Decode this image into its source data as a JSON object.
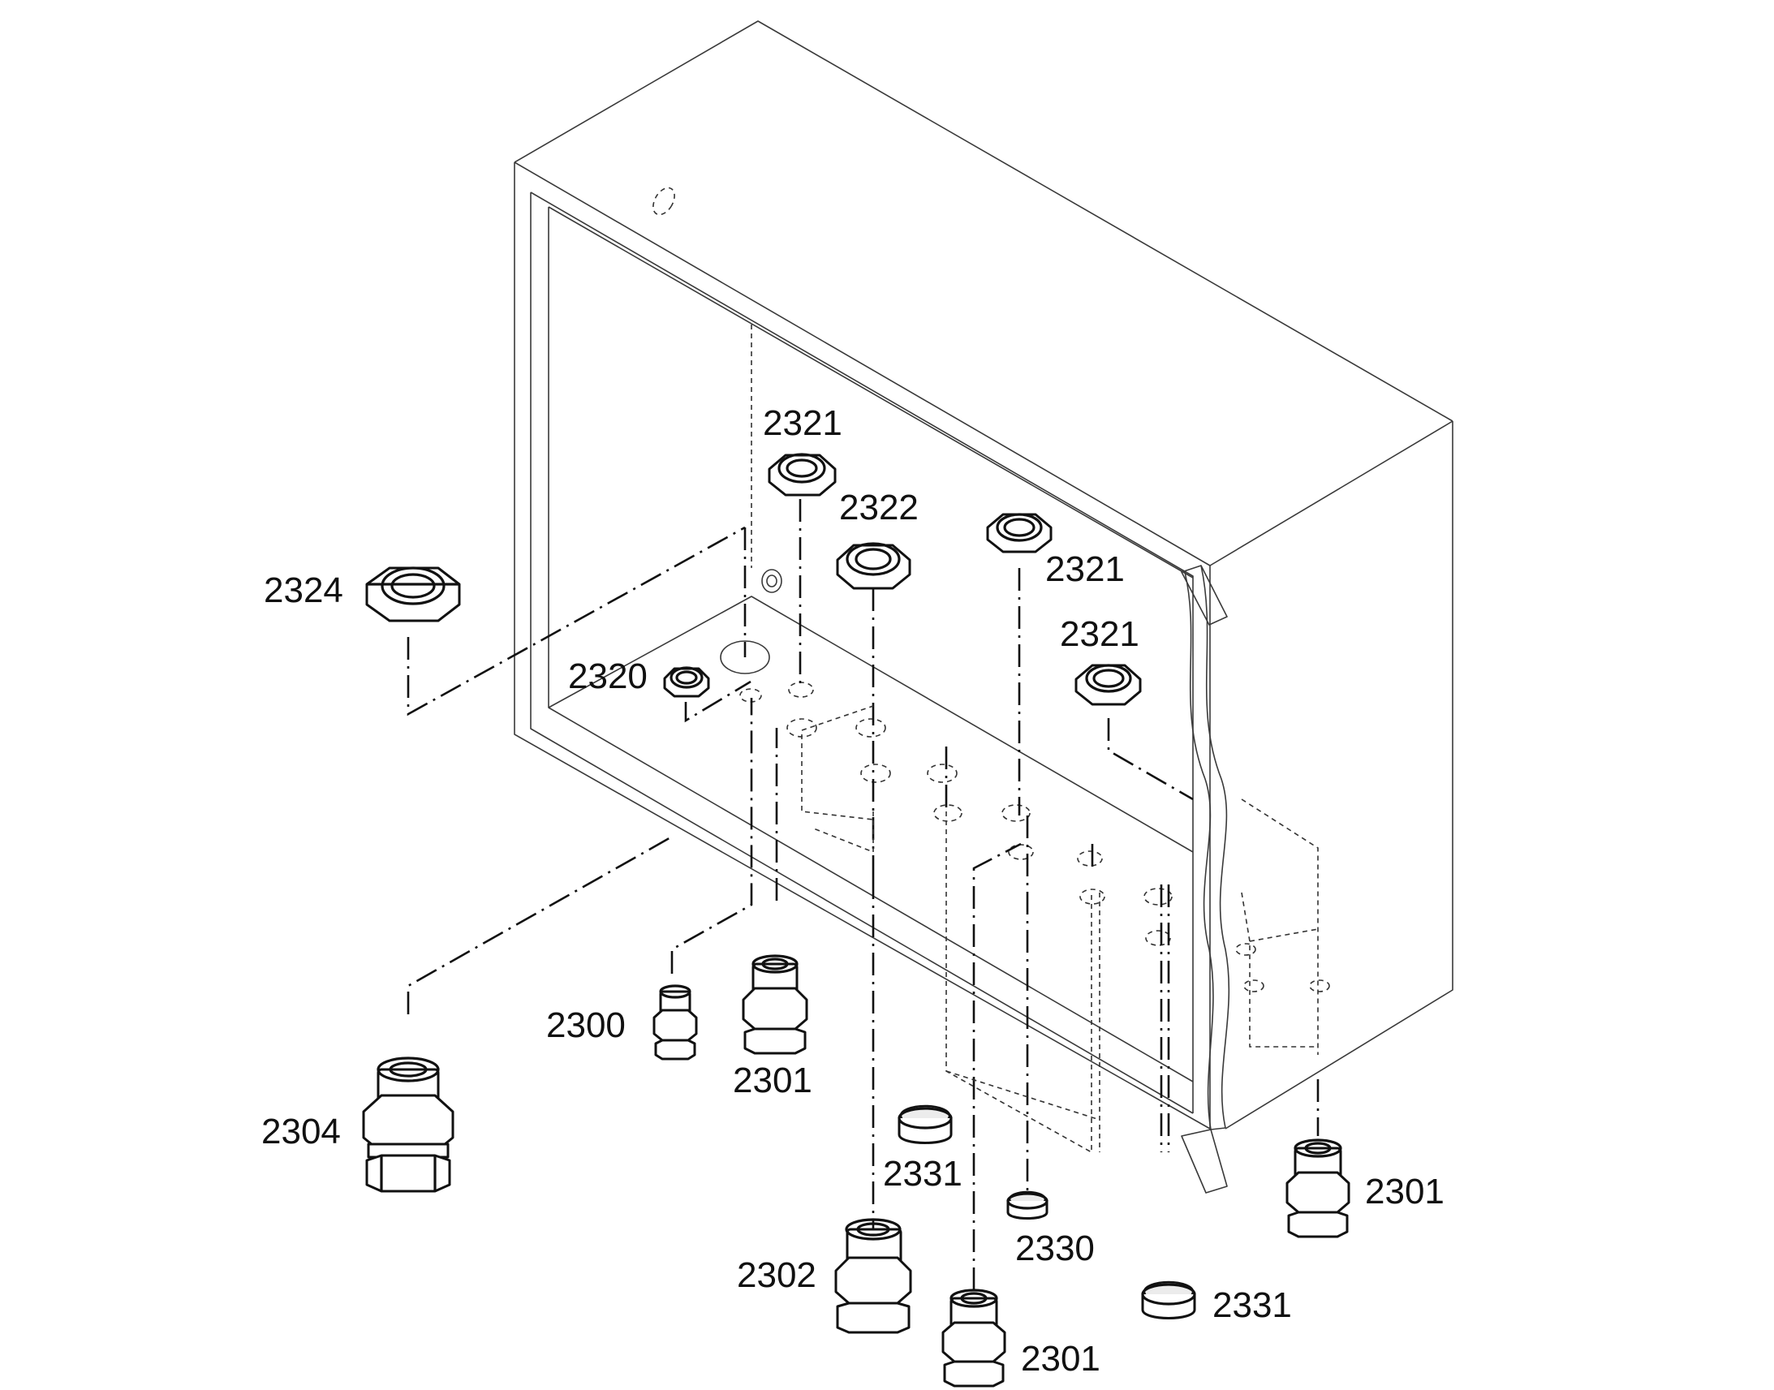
{
  "callouts": [
    {
      "id": "c2324",
      "text": "2324"
    },
    {
      "id": "c2321a",
      "text": "2321"
    },
    {
      "id": "c2322",
      "text": "2322"
    },
    {
      "id": "c2321b",
      "text": "2321"
    },
    {
      "id": "c2321c",
      "text": "2321"
    },
    {
      "id": "c2320",
      "text": "2320"
    },
    {
      "id": "c2300",
      "text": "2300"
    },
    {
      "id": "c2301a",
      "text": "2301"
    },
    {
      "id": "c2304",
      "text": "2304"
    },
    {
      "id": "c2331a",
      "text": "2331"
    },
    {
      "id": "c2330",
      "text": "2330"
    },
    {
      "id": "c2302",
      "text": "2302"
    },
    {
      "id": "c2301b",
      "text": "2301"
    },
    {
      "id": "c2331b",
      "text": "2331"
    },
    {
      "id": "c2301c",
      "text": "2301"
    }
  ]
}
